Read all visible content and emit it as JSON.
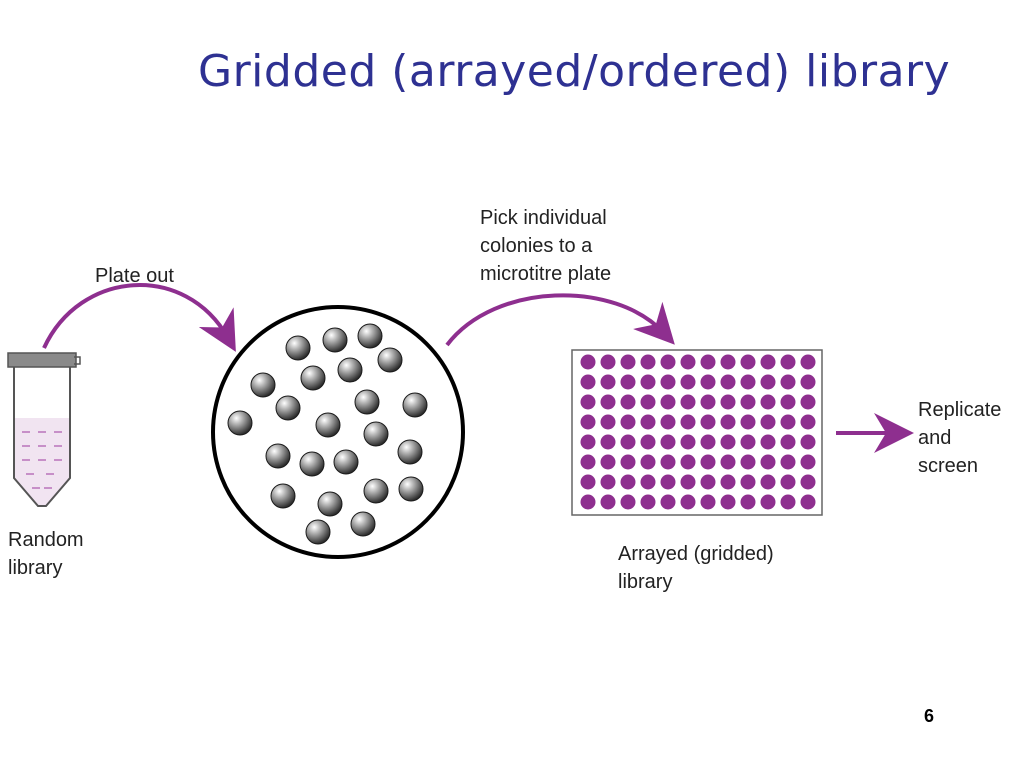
{
  "slide": {
    "title": "Gridded (arrayed/ordered) library",
    "page_number": "6"
  },
  "labels": {
    "plate_out": "Plate out",
    "pick": [
      "Pick individual",
      "colonies to a",
      "microtitre plate"
    ],
    "random_library": [
      "Random",
      "library"
    ],
    "arrayed_library": [
      "Arrayed (gridded)",
      "library"
    ],
    "replicate": [
      "Replicate",
      "and",
      "screen"
    ]
  },
  "colors": {
    "title": "#2e3192",
    "arrow": "#8e2f8f",
    "well": "#8e2f8f",
    "colony": "#555555"
  },
  "microtitre_plate": {
    "rows": 8,
    "columns": 12
  }
}
